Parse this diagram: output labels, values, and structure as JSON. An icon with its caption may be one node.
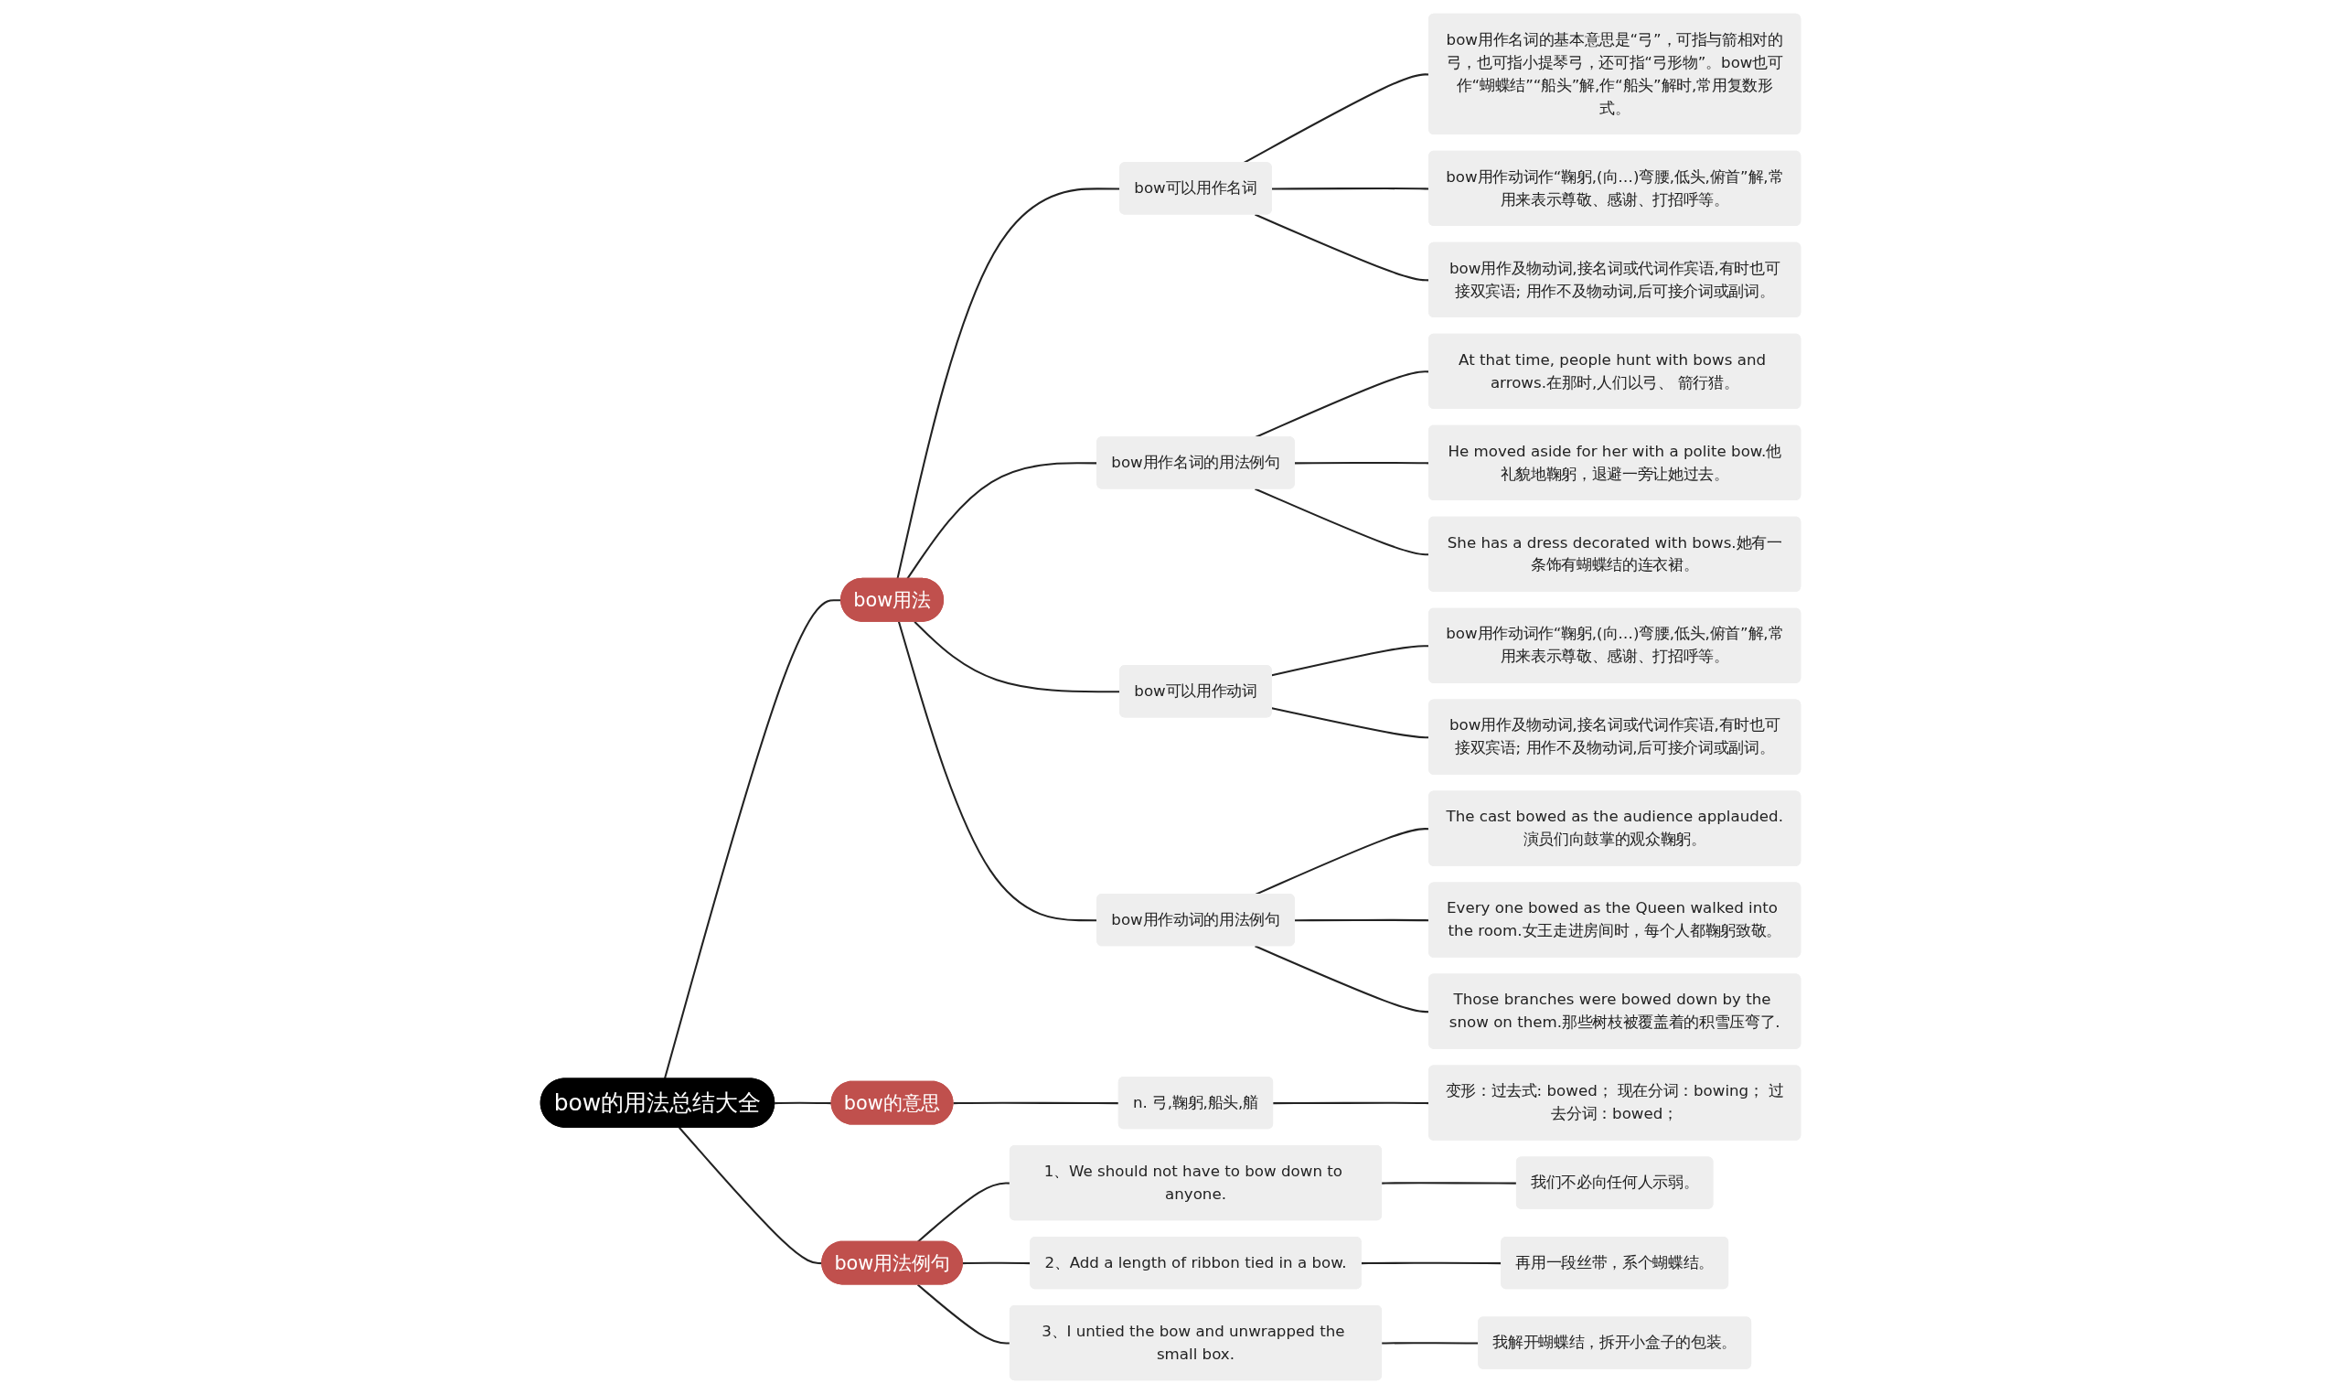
{
  "diagram": {
    "nodes": [
      {
        "text": [
          "bow的用法总结大全"
        ]
      },
      {
        "text": [
          "bow用法"
        ]
      },
      {
        "text": [
          "bow可以用作名词"
        ]
      },
      {
        "text": [
          "bow用作名词的基本意思是“弓”，可指与箭相对的弓，也可指小提琴弓，还可指“弓形物”。bow也可作“蝴蝶结”“船头”解,作“船头”解时,常用复数形式。"
        ]
      },
      {
        "text": [
          "bow用作动词作“鞠躬,(向…)弯腰,低头,俯首”解,常用来表示尊敬、感谢、打招呼等。"
        ]
      },
      {
        "text": [
          "bow用作及物动词,接名词或代词作宾语,有时也可接双宾语; 用作不及物动词,后可接介词或副词。"
        ]
      },
      {
        "text": [
          "bow用作名词的用法例句"
        ]
      },
      {
        "text": [
          "At that time, people hunt with bows and arrows.在那时,人们以弓、 箭行猎。"
        ]
      },
      {
        "text": [
          "He moved aside for her with a polite bow.他礼貌地鞠躬，退避一旁让她过去。"
        ]
      },
      {
        "text": [
          "She has a dress decorated with bows.她有一条饰有蝴蝶结的连衣裙。"
        ]
      },
      {
        "text": [
          "bow可以用作动词"
        ]
      },
      {
        "text": [
          "bow用作动词作“鞠躬,(向…)弯腰,低头,俯首”解,常用来表示尊敬、感谢、打招呼等。"
        ]
      },
      {
        "text": [
          "bow用作及物动词,接名词或代词作宾语,有时也可接双宾语; 用作不及物动词,后可接介词或副词。"
        ]
      },
      {
        "text": [
          "bow用作动词的用法例句"
        ]
      },
      {
        "text": [
          "The cast bowed as the audience applauded.演员们向鼓掌的观众鞠躬。"
        ]
      },
      {
        "text": [
          "Every one bowed as the Queen walked into the room.女王走进房间时，每个人都鞠躬致敬。"
        ]
      },
      {
        "text": [
          "Those branches were bowed down by the snow on them.那些树枝被覆盖着的积雪压弯了."
        ]
      },
      {
        "text": [
          "bow的意思"
        ]
      },
      {
        "text": [
          "n. 弓,鞠躬,船头,艏"
        ]
      },
      {
        "text": [
          "变形：过去式: bowed； 现在分词：bowing； 过去分词：bowed；"
        ]
      },
      {
        "text": [
          "bow用法例句"
        ]
      },
      {
        "text": [
          "1、We should not have to bow down to anyone."
        ]
      },
      {
        "text": [
          "我们不必向任何人示弱。"
        ]
      },
      {
        "text": [
          "2、Add a length of ribbon tied in a bow."
        ]
      },
      {
        "text": [
          "再用一段丝带，系个蝴蝶结。"
        ]
      },
      {
        "text": [
          "3、I untied the bow and unwrapped the small box."
        ]
      },
      {
        "text": [
          "我解开蝴蝶结，拆开小盒子的包装。"
        ]
      }
    ],
    "edges": [
      {
        "from": 0,
        "to": 1,
        "arrow": "none"
      },
      {
        "from": 1,
        "to": 2,
        "arrow": "none"
      },
      {
        "from": 2,
        "to": 3,
        "arrow": "none"
      },
      {
        "from": 2,
        "to": 4,
        "arrow": "none"
      },
      {
        "from": 2,
        "to": 5,
        "arrow": "none"
      },
      {
        "from": 1,
        "to": 6,
        "arrow": "none"
      },
      {
        "from": 6,
        "to": 7,
        "arrow": "none"
      },
      {
        "from": 6,
        "to": 8,
        "arrow": "none"
      },
      {
        "from": 6,
        "to": 9,
        "arrow": "none"
      },
      {
        "from": 1,
        "to": 10,
        "arrow": "none"
      },
      {
        "from": 10,
        "to": 11,
        "arrow": "none"
      },
      {
        "from": 10,
        "to": 12,
        "arrow": "none"
      },
      {
        "from": 1,
        "to": 13,
        "arrow": "none"
      },
      {
        "from": 13,
        "to": 14,
        "arrow": "none"
      },
      {
        "from": 13,
        "to": 15,
        "arrow": "none"
      },
      {
        "from": 13,
        "to": 16,
        "arrow": "none"
      },
      {
        "from": 0,
        "to": 17,
        "arrow": "none"
      },
      {
        "from": 17,
        "to": 18,
        "arrow": "none"
      },
      {
        "from": 18,
        "to": 19,
        "arrow": "none"
      },
      {
        "from": 0,
        "to": 20,
        "arrow": "none"
      },
      {
        "from": 20,
        "to": 21,
        "arrow": "none"
      },
      {
        "from": 21,
        "to": 22,
        "arrow": "none"
      },
      {
        "from": 20,
        "to": 23,
        "arrow": "none"
      },
      {
        "from": 23,
        "to": 24,
        "arrow": "none"
      },
      {
        "from": 20,
        "to": 25,
        "arrow": "none"
      },
      {
        "from": 25,
        "to": 26,
        "arrow": "none"
      }
    ]
  }
}
